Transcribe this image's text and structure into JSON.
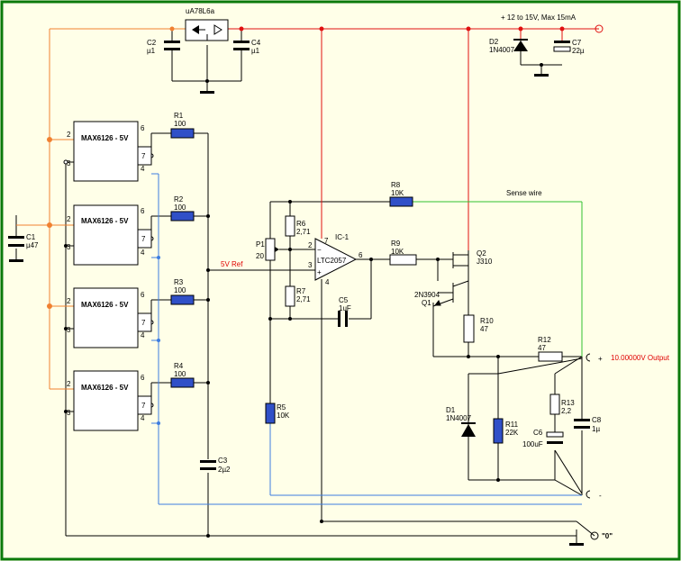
{
  "colors": {
    "border": "#0b7a0b",
    "background": "#ffffe8",
    "wire": "#000000",
    "supply": "#e01010",
    "sense": "#3c3cff",
    "senseGreen": "#30c030",
    "orange": "#f08030",
    "part": "#3050c8"
  },
  "regulator": {
    "name": "uA78L6a"
  },
  "supply": {
    "label": "+ 12 to 15V, Max 15mA"
  },
  "refs": [
    {
      "name": "MAX6126 - 5V",
      "pins": {
        "a": "2",
        "b": "3",
        "c": "6",
        "d": "7",
        "e": "4"
      }
    },
    {
      "name": "MAX6126 - 5V",
      "pins": {
        "a": "2",
        "b": "3",
        "c": "6",
        "d": "7",
        "e": "4"
      }
    },
    {
      "name": "MAX6126 - 5V",
      "pins": {
        "a": "2",
        "b": "3",
        "c": "6",
        "d": "7",
        "e": "4"
      }
    },
    {
      "name": "MAX6126 - 5V",
      "pins": {
        "a": "2",
        "b": "3",
        "c": "6",
        "d": "7",
        "e": "4"
      }
    }
  ],
  "resistors": {
    "R1": {
      "name": "R1",
      "value": "100"
    },
    "R2": {
      "name": "R2",
      "value": "100"
    },
    "R3": {
      "name": "R3",
      "value": "100"
    },
    "R4": {
      "name": "R4",
      "value": "100"
    },
    "R5": {
      "name": "R5",
      "value": "10K"
    },
    "R6": {
      "name": "R6",
      "value": "2,71"
    },
    "R7": {
      "name": "R7",
      "value": "2,71"
    },
    "R8": {
      "name": "R8",
      "value": "10K"
    },
    "R9": {
      "name": "R9",
      "value": "10K"
    },
    "R10": {
      "name": "R10",
      "value": "47"
    },
    "R11": {
      "name": "R11",
      "value": "22K"
    },
    "R12": {
      "name": "R12",
      "value": "47"
    },
    "R13": {
      "name": "R13",
      "value": "2,2"
    }
  },
  "pot": {
    "name": "P1",
    "value": "20"
  },
  "capacitors": {
    "C1": {
      "name": "C1",
      "value": "µ47"
    },
    "C2": {
      "name": "C2",
      "value": "µ1"
    },
    "C3": {
      "name": "C3",
      "value": "2µ2"
    },
    "C4": {
      "name": "C4",
      "value": "µ1"
    },
    "C5": {
      "name": "C5",
      "value": "1uF"
    },
    "C6": {
      "name": "C6",
      "value": "100uF"
    },
    "C7": {
      "name": "C7",
      "value": "22µ"
    },
    "C8": {
      "name": "C8",
      "value": "1µ"
    }
  },
  "diodes": {
    "D1": {
      "name": "D1",
      "value": "1N4007"
    },
    "D2": {
      "name": "D2",
      "value": "1N4007"
    }
  },
  "transistors": {
    "Q1": {
      "name": "Q1",
      "type": "2N3904"
    },
    "Q2": {
      "name": "Q2",
      "type": "J310"
    }
  },
  "opamp": {
    "name": "IC-1",
    "part": "LTC2057",
    "pins": {
      "p2": "2",
      "p3": "3",
      "p4": "4",
      "p6": "6",
      "p7": "7"
    }
  },
  "labels": {
    "ref": "5V Ref",
    "sense": "Sense wire",
    "output": "10.00000V Output",
    "zero": "\"0\"",
    "plus": "+",
    "minus": "-"
  }
}
